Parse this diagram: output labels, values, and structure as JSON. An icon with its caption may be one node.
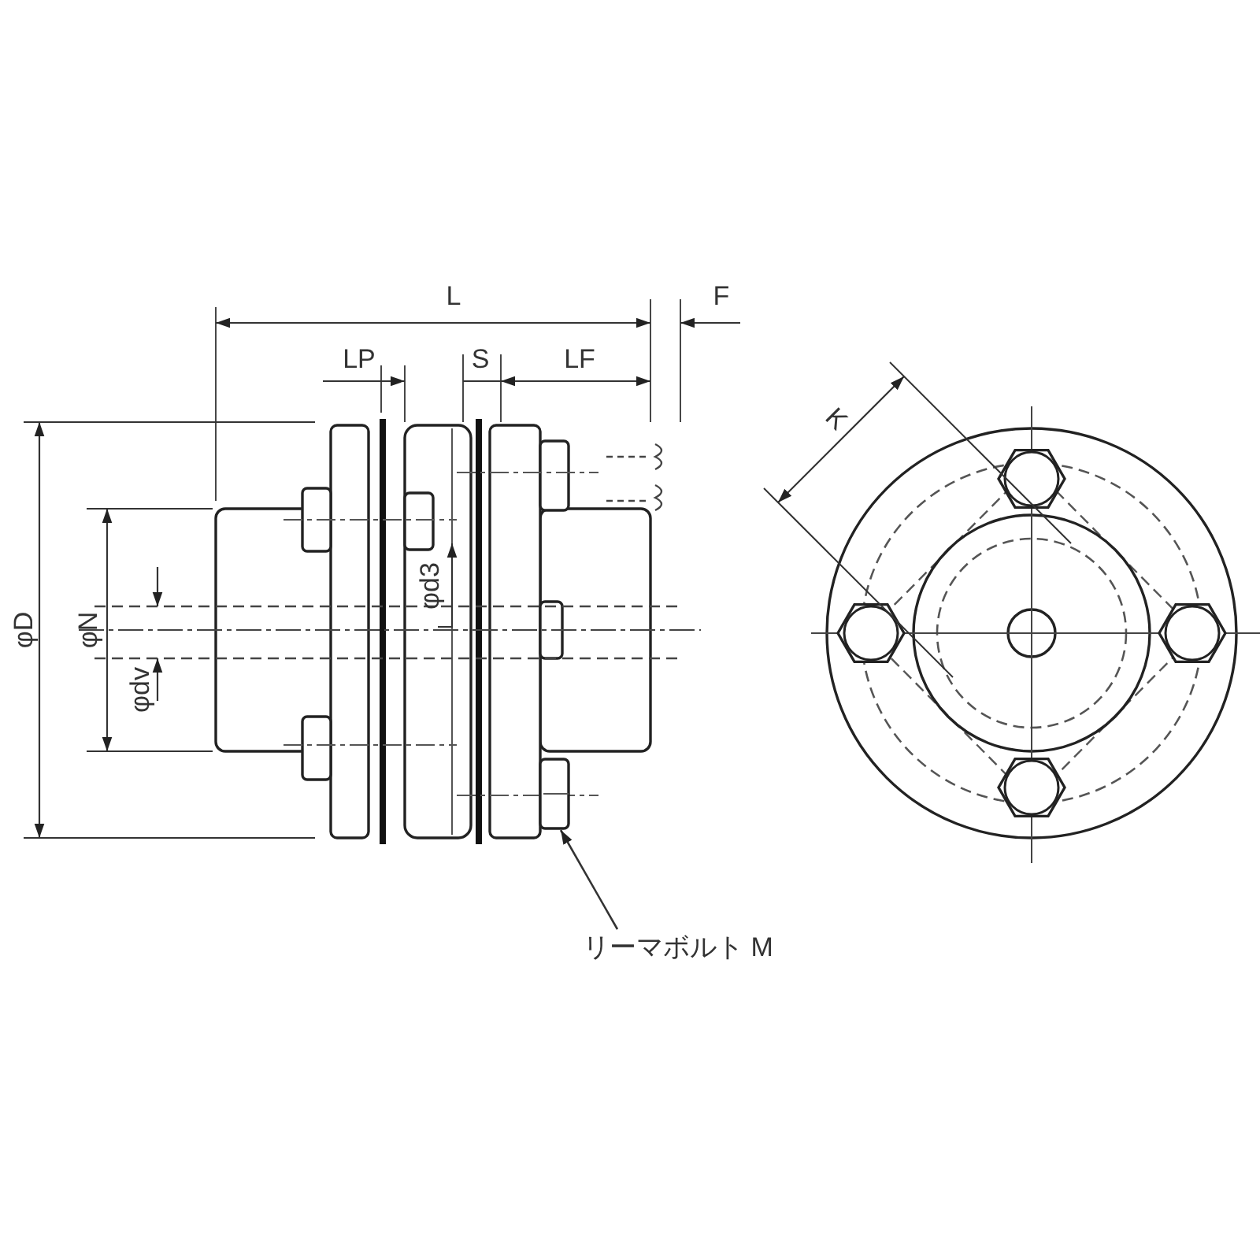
{
  "diagram": {
    "nodes": [
      {
        "text": [
          "リーマボルト M"
        ]
      },
      {
        "text": [],
        "shape": "picture"
      }
    ],
    "edges": [
      {
        "from": 0,
        "to": 1,
        "arrow": "to"
      }
    ],
    "labels": [
      "L",
      "F",
      "LP",
      "S",
      "LF",
      "φD",
      "φN",
      "φdv",
      "φd3",
      "K"
    ]
  }
}
